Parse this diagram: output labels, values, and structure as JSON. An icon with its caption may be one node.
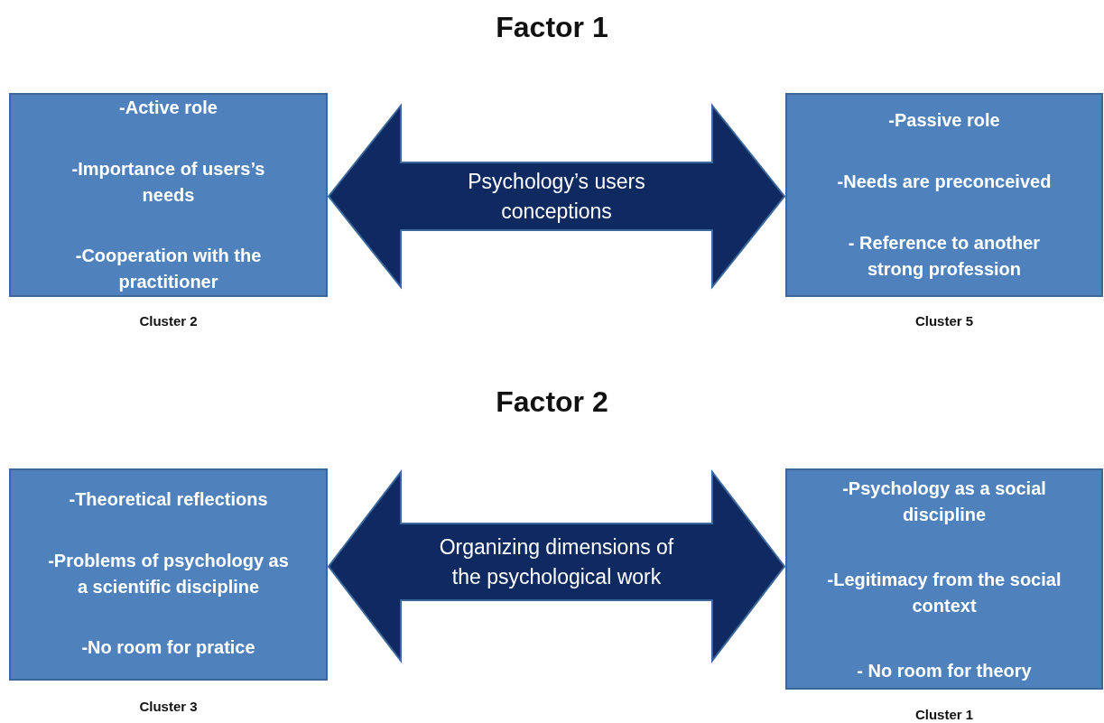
{
  "diagram": {
    "nodes": [
      {
        "text": [
          "-Active role",
          "-Importance of users’s needs",
          "-Cooperation with the practitioner"
        ],
        "beside": [
          "Cluster 2"
        ]
      },
      {
        "text": [
          "-Passive role",
          "-Needs are preconceived",
          "- Reference to another strong profession"
        ],
        "beside": [
          "Cluster 5"
        ]
      },
      {
        "text": [
          "-Theoretical reflections",
          "-Problems of psychology as a scientific discipline",
          "-No room for pratice"
        ],
        "beside": [
          "Cluster 3"
        ]
      },
      {
        "text": [
          "-Psychology as a social discipline",
          "-Legitimacy from the social context",
          "- No room for theory"
        ],
        "beside": [
          "Cluster 1"
        ]
      }
    ],
    "edges": [
      {
        "from": 0,
        "to": 1,
        "arrow": "both",
        "style": "thick",
        "label": "Psychology’s users conceptions"
      },
      {
        "from": 2,
        "to": 3,
        "arrow": "both",
        "style": "thick",
        "label": "Organizing dimensions of the psychological work"
      }
    ],
    "labels": [
      "Factor 1",
      "Factor 2"
    ]
  }
}
